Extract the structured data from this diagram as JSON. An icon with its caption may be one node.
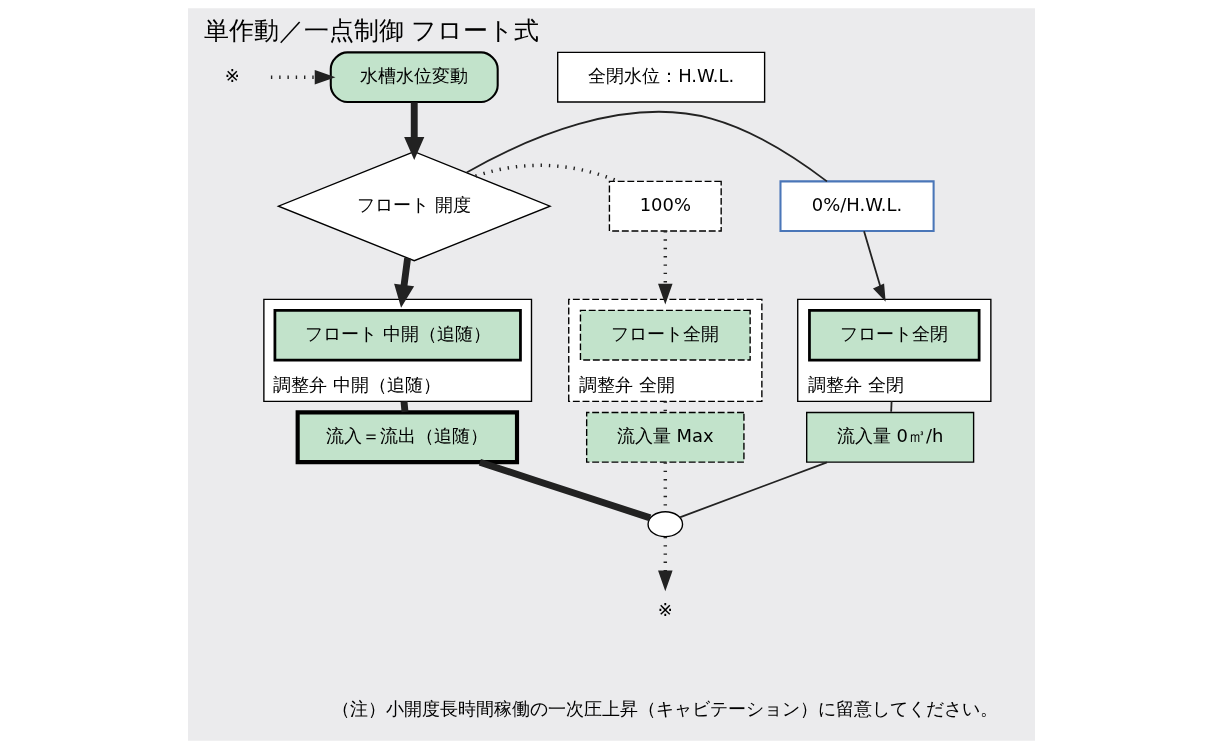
{
  "diagram": {
    "title": "単作動／一点制御 フロート式",
    "nodes": [
      {
        "text": [
          "水槽水位変動"
        ]
      },
      {
        "text": [
          "※"
        ]
      },
      {
        "text": [
          "全閉水位：H.W.L."
        ]
      },
      {
        "text": [
          "フロート 開度"
        ]
      },
      {
        "text": [
          "0%/H.W.L."
        ]
      },
      {
        "text": [
          "100%"
        ]
      },
      {
        "text": [
          "調整弁 全閉"
        ]
      },
      {
        "text": [
          "フロート全閉"
        ],
        "in": 6
      },
      {
        "text": [
          "調整弁 中開（追随）"
        ]
      },
      {
        "text": [
          "フロート 中開（追随）"
        ],
        "in": 8
      },
      {
        "text": [
          "調整弁 全開"
        ]
      },
      {
        "text": [
          "フロート全開"
        ],
        "in": 10
      },
      {
        "text": [
          "流入量 0㎥/h"
        ]
      },
      {
        "text": [
          "流入＝流出（追随）"
        ]
      },
      {
        "text": [
          "流入量 Max"
        ]
      },
      {
        "text": [],
        "shape": "circle"
      },
      {
        "text": [
          "※"
        ]
      }
    ],
    "edges": [
      {
        "from": 1,
        "to": 0,
        "arrow": "to",
        "style": "dashed"
      },
      {
        "from": 0,
        "to": 3,
        "arrow": "to",
        "style": "thick"
      },
      {
        "from": 3,
        "to": 4,
        "arrow": "none"
      },
      {
        "from": 3,
        "to": 5,
        "arrow": "none",
        "style": "dashed"
      },
      {
        "from": 4,
        "to": 6,
        "arrow": "to"
      },
      {
        "from": 3,
        "to": 8,
        "arrow": "to",
        "style": "thick"
      },
      {
        "from": 5,
        "to": 10,
        "arrow": "to",
        "style": "dashed"
      },
      {
        "from": 6,
        "to": 12,
        "arrow": "none"
      },
      {
        "from": 8,
        "to": 13,
        "arrow": "none",
        "style": "thick"
      },
      {
        "from": 10,
        "to": 14,
        "arrow": "none",
        "style": "dashed"
      },
      {
        "from": 12,
        "to": 15,
        "arrow": "none"
      },
      {
        "from": 13,
        "to": 15,
        "arrow": "none",
        "style": "thick"
      },
      {
        "from": 14,
        "to": 15,
        "arrow": "none",
        "style": "dashed"
      },
      {
        "from": 15,
        "to": 16,
        "arrow": "to",
        "style": "dashed"
      }
    ],
    "labels": [
      "（注）小開度長時間稼働の一次圧上昇（キャビテーション）に留意してください。"
    ]
  }
}
